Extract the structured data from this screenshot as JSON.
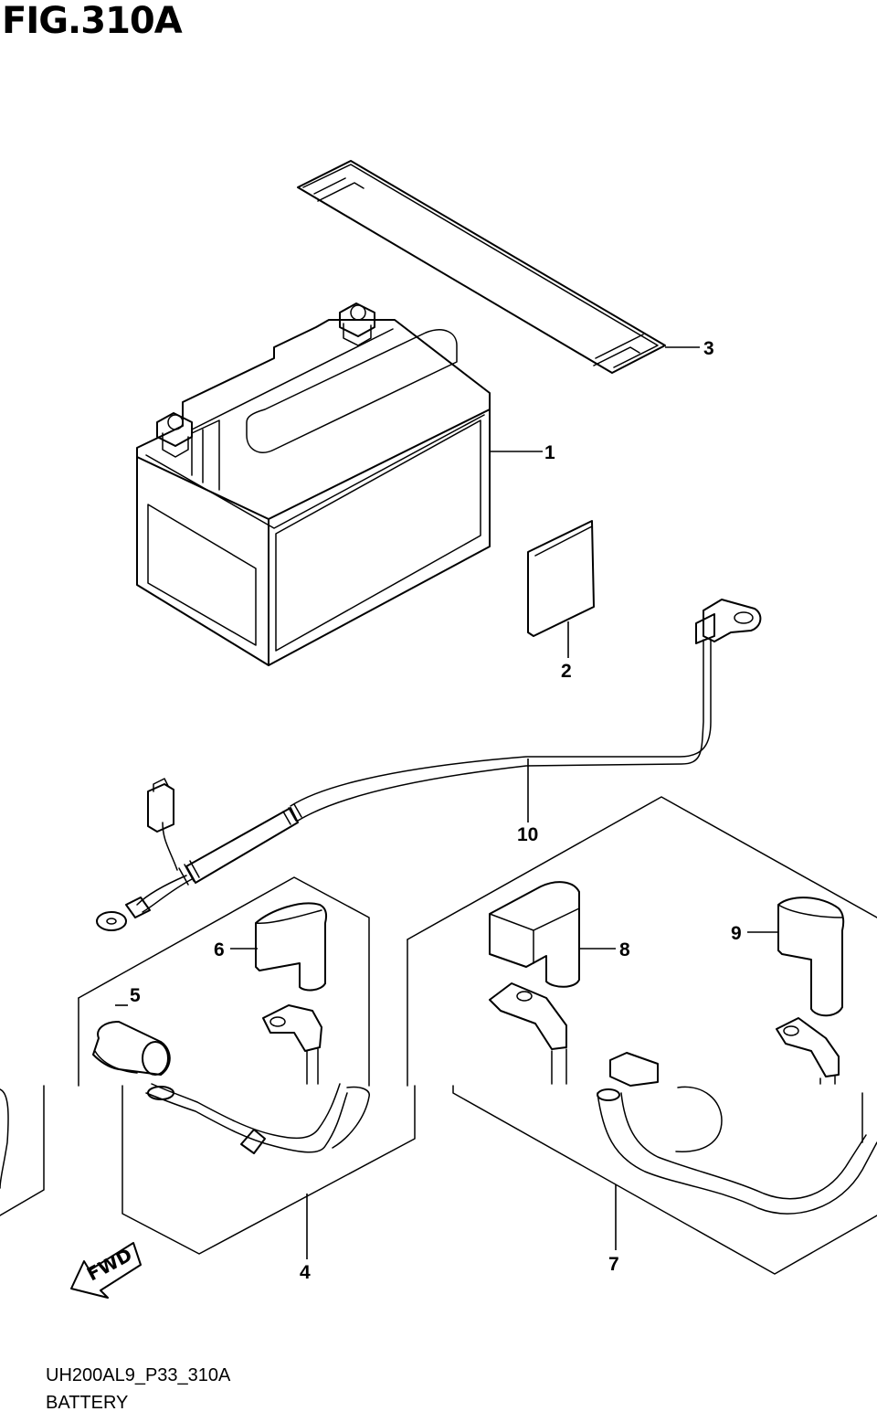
{
  "figure": {
    "title": "FIG.310A",
    "reference_code": "UH200AL9_P33_310A",
    "section_name": "BATTERY",
    "direction_marker": "FWD"
  },
  "callouts": [
    {
      "number": "1",
      "part": "battery"
    },
    {
      "number": "2",
      "part": "battery-label"
    },
    {
      "number": "3",
      "part": "battery-band"
    },
    {
      "number": "4",
      "part": "wire-harness-set-negative"
    },
    {
      "number": "5",
      "part": "terminal-cap"
    },
    {
      "number": "6",
      "part": "terminal-cover"
    },
    {
      "number": "7",
      "part": "wire-harness-set-positive"
    },
    {
      "number": "8",
      "part": "terminal-cover"
    },
    {
      "number": "9",
      "part": "terminal-cover"
    },
    {
      "number": "10",
      "part": "wire-harness"
    }
  ]
}
